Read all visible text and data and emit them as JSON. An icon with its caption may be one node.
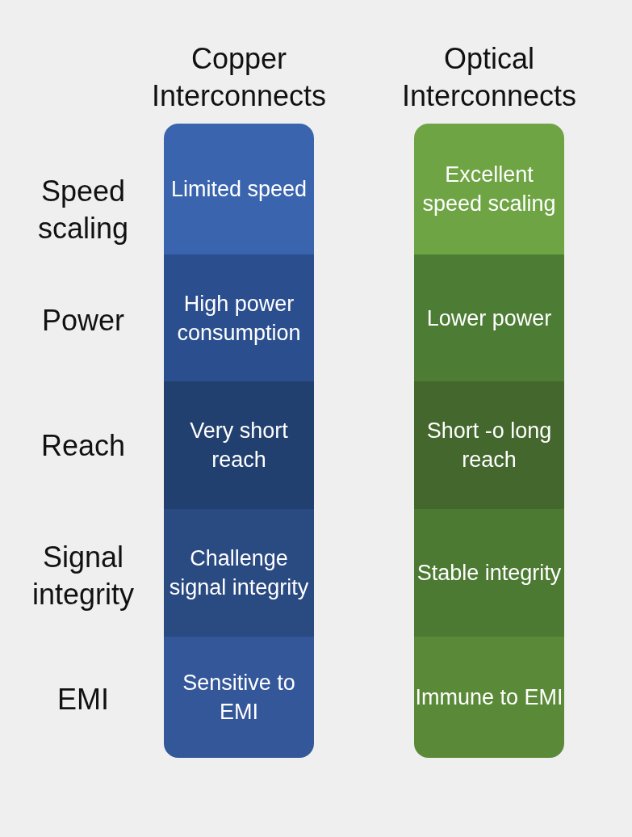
{
  "diagram": {
    "nodes": [
      {
        "text": [
          "Copper Interconnects"
        ]
      },
      {
        "text": [
          "Limited speed"
        ],
        "in": 0
      },
      {
        "text": [
          "High power consumption"
        ],
        "in": 0
      },
      {
        "text": [
          "Very short reach"
        ],
        "in": 0
      },
      {
        "text": [
          "Challenge signal integrity"
        ],
        "in": 0
      },
      {
        "text": [
          "Sensitive to EMI"
        ],
        "in": 0
      },
      {
        "text": [
          "Optical Interconnects"
        ]
      },
      {
        "text": [
          "Excellent speed scaling"
        ],
        "in": 6
      },
      {
        "text": [
          "Lower power"
        ],
        "in": 6
      },
      {
        "text": [
          "Short -o long reach"
        ],
        "in": 6
      },
      {
        "text": [
          "Stable integrity"
        ],
        "in": 6
      },
      {
        "text": [
          "Immune to EMI"
        ],
        "in": 6
      }
    ],
    "labels": [
      "Speed scaling",
      "Power",
      "Reach",
      "Signal integrity",
      "EMI"
    ]
  }
}
